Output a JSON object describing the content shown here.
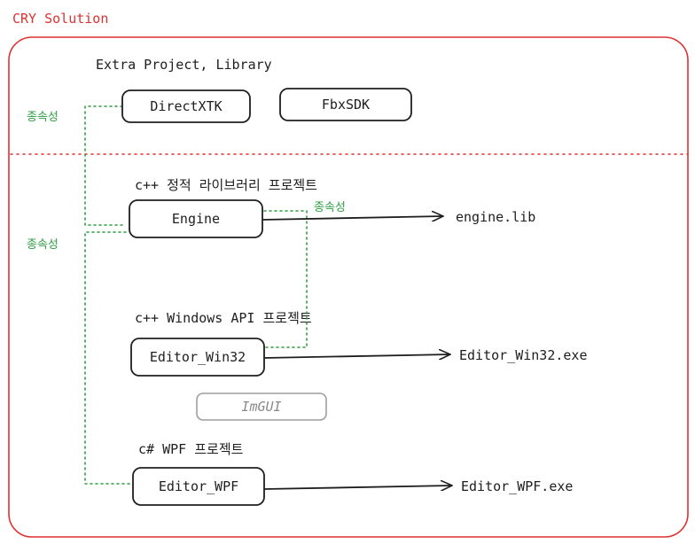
{
  "solution": {
    "title": "CRY Solution",
    "frame_color": "#e03131"
  },
  "sections": {
    "extra": "Extra Project, Library",
    "static_lib": "c++ 정적 라이브러리 프로젝트",
    "winapi": "c++ Windows API 프로젝트",
    "wpf": "c# WPF 프로젝트"
  },
  "nodes": {
    "directxtk": "DirectXTK",
    "fbxsdk": "FbxSDK",
    "engine": "Engine",
    "editor_win32": "Editor_Win32",
    "imgui": "ImGUI",
    "editor_wpf": "Editor_WPF"
  },
  "outputs": {
    "engine": "engine.lib",
    "editor_win32": "Editor_Win32.exe",
    "editor_wpf": "Editor_WPF.exe"
  },
  "dependency": {
    "label": "종속성",
    "color": "#2f9e44"
  },
  "colors": {
    "stroke": "#1e1e1e",
    "dim": "#9e9e9e",
    "divider": "#e03131"
  }
}
